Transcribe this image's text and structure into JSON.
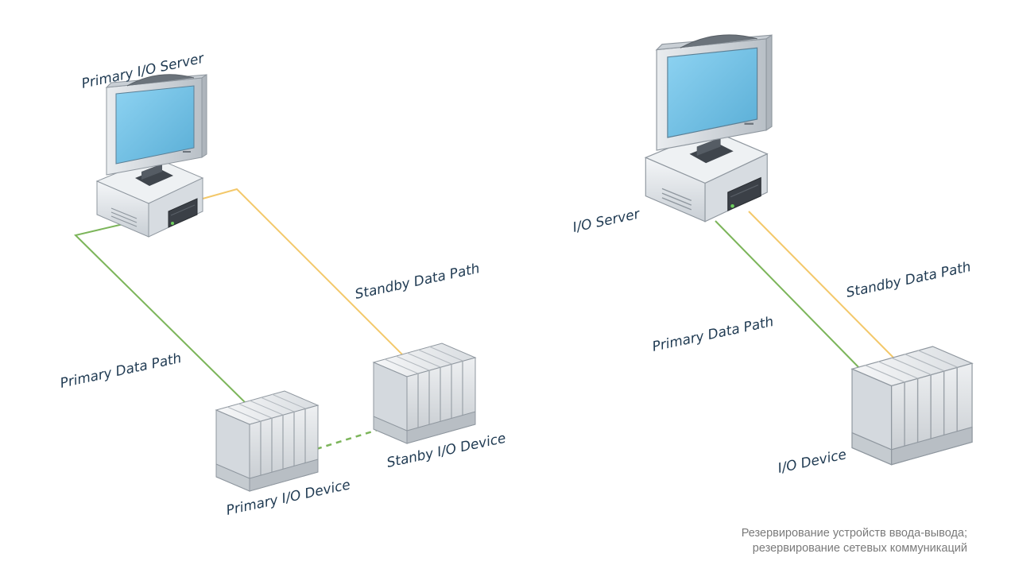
{
  "colors": {
    "primary_path": "#7cb55a",
    "standby_path": "#f3c86a",
    "label_text": "#1f3a52",
    "caption_text": "#7a7a7a"
  },
  "left_diagram": {
    "server_label": "Primary I/O Server",
    "primary_path_label": "Primary Data Path",
    "standby_path_label": "Standby Data Path",
    "primary_device_label": "Primary I/O Device",
    "standby_device_label": "Stanby I/O Device"
  },
  "right_diagram": {
    "server_label": "I/O Server",
    "primary_path_label": "Primary Data Path",
    "standby_path_label": "Standby Data Path",
    "device_label": "I/O Device"
  },
  "caption": {
    "line1": "Резервирование устройств ввода-вывода;",
    "line2": "резервирование сетевых коммуникаций"
  }
}
